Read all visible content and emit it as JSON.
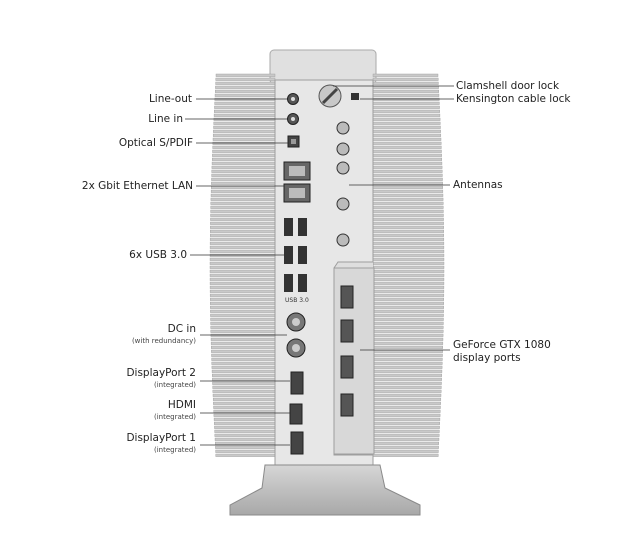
{
  "callouts_left": [
    {
      "label": "Line-out"
    },
    {
      "label": "Line in"
    },
    {
      "label": "Optical S/PDIF"
    },
    {
      "label": "2x Gbit Ethernet LAN"
    },
    {
      "label": "6x USB 3.0"
    },
    {
      "label": "DC in",
      "sub": "(with redundancy)"
    },
    {
      "label": "DisplayPort 2",
      "sub": "(integrated)"
    },
    {
      "label": "HDMI",
      "sub": "(integrated)"
    },
    {
      "label": "DisplayPort 1",
      "sub": "(integrated)"
    }
  ],
  "callouts_right": [
    {
      "label": "Clamshell door lock"
    },
    {
      "label": "Kensington cable lock"
    },
    {
      "label": "Antennas"
    },
    {
      "label": "GeForce GTX 1080",
      "label2": "display ports"
    }
  ],
  "panel_text": {
    "usb": "USB 3.0"
  },
  "colors": {
    "fin": "#c9c9c9",
    "fin_dark": "#9a9a9a",
    "panel": "#e4e4e4",
    "line": "#333333"
  }
}
